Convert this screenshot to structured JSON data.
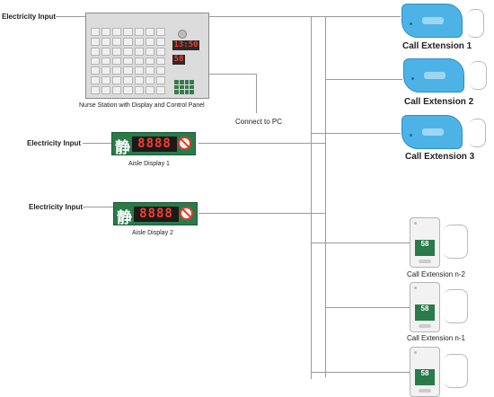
{
  "nurse_station": {
    "caption": "Nurse Station with Display and Control Panel",
    "display_1": "13:50",
    "display_2": "58",
    "input_label": "Electricity Input"
  },
  "connect_pc": "Connect to PC",
  "aisle_displays": [
    {
      "caption": "Aisle Display  1",
      "input_label": "Electricity Input",
      "char": "静",
      "digits": "8888"
    },
    {
      "caption": "Aisle Display  2",
      "input_label": "Electricity Input",
      "char": "静",
      "digits": "8888"
    }
  ],
  "call_extensions": [
    {
      "label": "Call Extension 1"
    },
    {
      "label": "Call Extension 2"
    },
    {
      "label": "Call Extension 3"
    }
  ],
  "white_extensions": [
    {
      "label": "Call Extension n-2",
      "number": "58"
    },
    {
      "label": "Call Extension n-1",
      "number": "58"
    },
    {
      "label": "",
      "number": "58"
    }
  ]
}
